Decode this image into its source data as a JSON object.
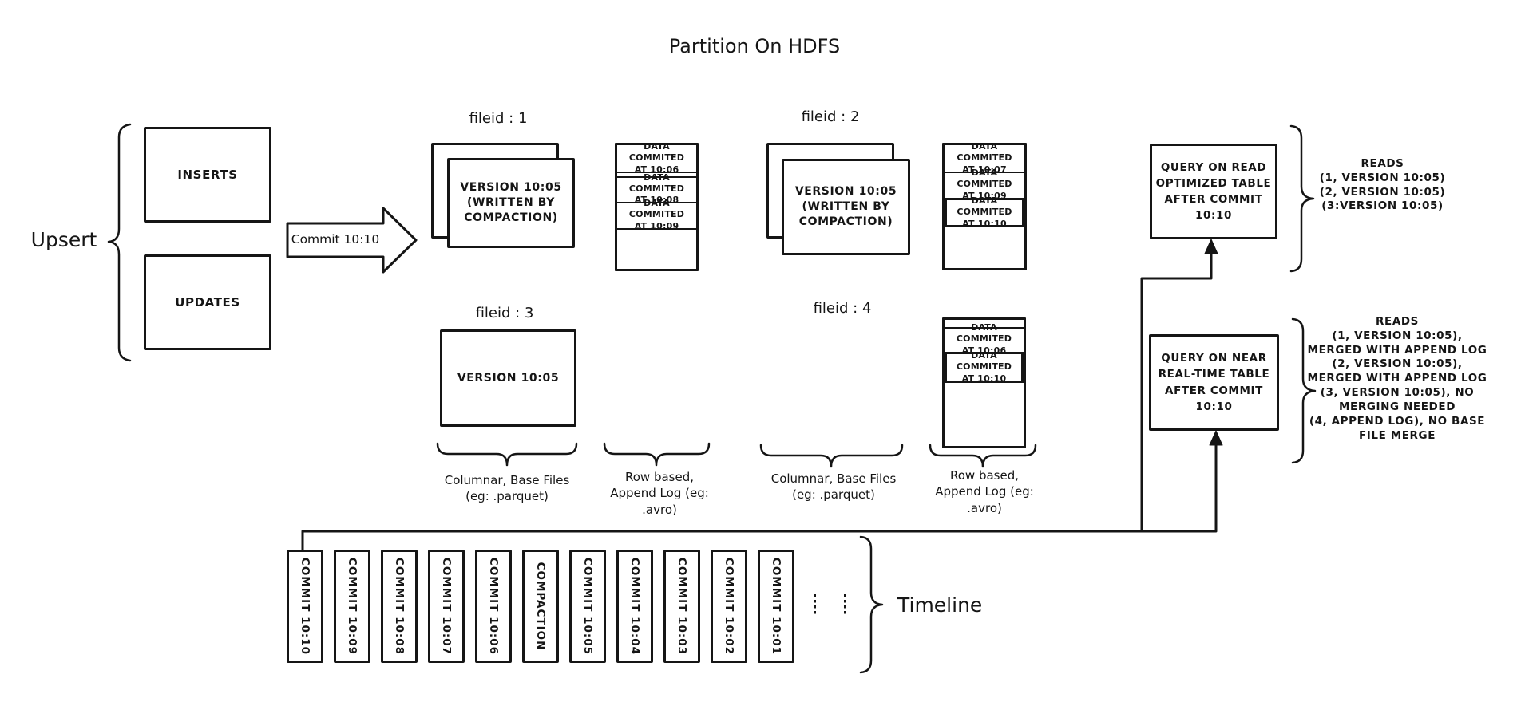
{
  "title": "Partition On HDFS",
  "colors": {
    "ink": "#151515",
    "background": "#ffffff"
  },
  "upsert": {
    "label": "Upsert",
    "inserts": "INSERTS",
    "updates": "UPDATES"
  },
  "commit_arrow": {
    "label": "Commit 10:10"
  },
  "files": {
    "f1": {
      "label": "fileid : 1",
      "base": "VERSION 10:05\n(WRITTEN BY\nCOMPACTION)"
    },
    "f2": {
      "label": "fileid : 2",
      "base": "VERSION 10:05\n(WRITTEN BY\nCOMPACTION)"
    },
    "f3": {
      "label": "fileid : 3",
      "base": "VERSION 10:05"
    },
    "f4": {
      "label": "fileid : 4"
    }
  },
  "logs": {
    "log1": {
      "cells": [
        "DATA COMMITED\nAT 10:06",
        "DATA COMMITED\nAT 10:08",
        "DATA COMMITED\nAT 10:09"
      ]
    },
    "log2": {
      "cells": [
        "DATA COMMITED\nAT 10:07",
        "DATA COMMITED\nAT 10:09",
        "DATA COMMITED\nAT 10:10"
      ]
    },
    "log4": {
      "cells": [
        "DATA COMMITED\nAT 10:06",
        "DATA COMMITED\nAT 10:10"
      ]
    }
  },
  "group_labels": {
    "columnar": "Columnar, Base Files\n(eg: .parquet)",
    "row_based": "Row based,\nAppend Log  (eg:\n.avro)"
  },
  "queries": {
    "read_optimized": {
      "box": "QUERY ON READ\nOPTIMIZED TABLE\nAFTER COMMIT\n10:10",
      "reads": "READS\n(1, VERSION 10:05)\n(2, VERSION 10:05)\n(3:VERSION 10:05)"
    },
    "near_real_time": {
      "box": "QUERY ON NEAR\nREAL-TIME TABLE\nAFTER COMMIT\n10:10",
      "reads": "READS\n(1, VERSION 10:05),\nMERGED WITH APPEND LOG\n(2, VERSION 10:05),\nMERGED WITH APPEND LOG\n(3, VERSION 10:05), NO\nMERGING NEEDED\n(4, APPEND LOG), NO BASE\nFILE MERGE"
    }
  },
  "timeline": {
    "label": "Timeline",
    "items": [
      "COMMIT 10:10",
      "COMMIT 10:09",
      "COMMIT 10:08",
      "COMMIT 10:07",
      "COMMIT 10:06",
      "COMPACTION",
      "COMMIT 10:05",
      "COMMIT 10:04",
      "COMMIT 10:03",
      "COMMIT 10:02",
      "COMMIT 10:01"
    ]
  },
  "icons": {
    "timeline_ellipsis": "vertical-ellipsis"
  }
}
